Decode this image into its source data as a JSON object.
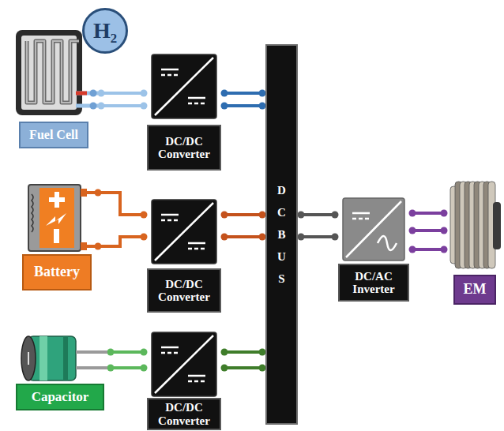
{
  "diagram": {
    "nodes": [
      {
        "text": [
          "Fuel Cell"
        ]
      },
      {
        "text": [
          "H₂"
        ]
      },
      {
        "text": [
          "DC/DC Converter"
        ]
      },
      {
        "text": [
          "DC BUS"
        ]
      },
      {
        "text": [
          "DC/AC Inverter"
        ]
      },
      {
        "text": [
          "EM"
        ]
      },
      {
        "text": [
          "Battery"
        ]
      },
      {
        "text": [
          "DC/DC Converter"
        ]
      },
      {
        "text": [
          "Capacitor"
        ]
      },
      {
        "text": [
          "DC/DC Converter"
        ]
      }
    ],
    "edges": [
      {
        "from": 0,
        "to": 2,
        "arrow": "none"
      },
      {
        "from": 2,
        "to": 3,
        "arrow": "none"
      },
      {
        "from": 6,
        "to": 7,
        "arrow": "none"
      },
      {
        "from": 7,
        "to": 3,
        "arrow": "none"
      },
      {
        "from": 8,
        "to": 9,
        "arrow": "none"
      },
      {
        "from": 9,
        "to": 3,
        "arrow": "none"
      },
      {
        "from": 3,
        "to": 4,
        "arrow": "none"
      },
      {
        "from": 4,
        "to": 5,
        "arrow": "none"
      }
    ]
  }
}
